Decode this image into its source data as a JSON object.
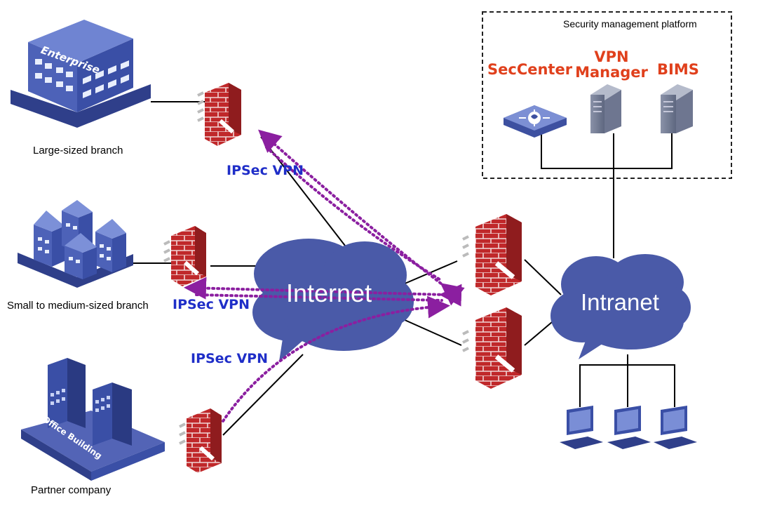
{
  "sites": {
    "large_branch": "Large-sized branch",
    "small_branch": "Small to medium-sized branch",
    "partner": "Partner company",
    "enterprise_sign": "Enterprise",
    "office_sign": "Office Building"
  },
  "vpn_labels": {
    "top": "IPSec VPN",
    "middle": "IPSec VPN",
    "bottom": "IPSec VPN"
  },
  "clouds": {
    "internet": "Internet",
    "intranet": "Intranet"
  },
  "platform": {
    "title": "Security management platform",
    "seccenter": "SecCenter",
    "vpn_manager_line1": "VPN",
    "vpn_manager_line2": "Manager",
    "bims": "BIMS"
  },
  "colors": {
    "firewall_red": "#c0282a",
    "cloud_blue": "#4a5aa8",
    "building_blue": "#3a4fa6",
    "vpn_text": "#1f2ec8",
    "tool_text": "#e0401c",
    "tunnel_purple": "#8b1fa0"
  }
}
